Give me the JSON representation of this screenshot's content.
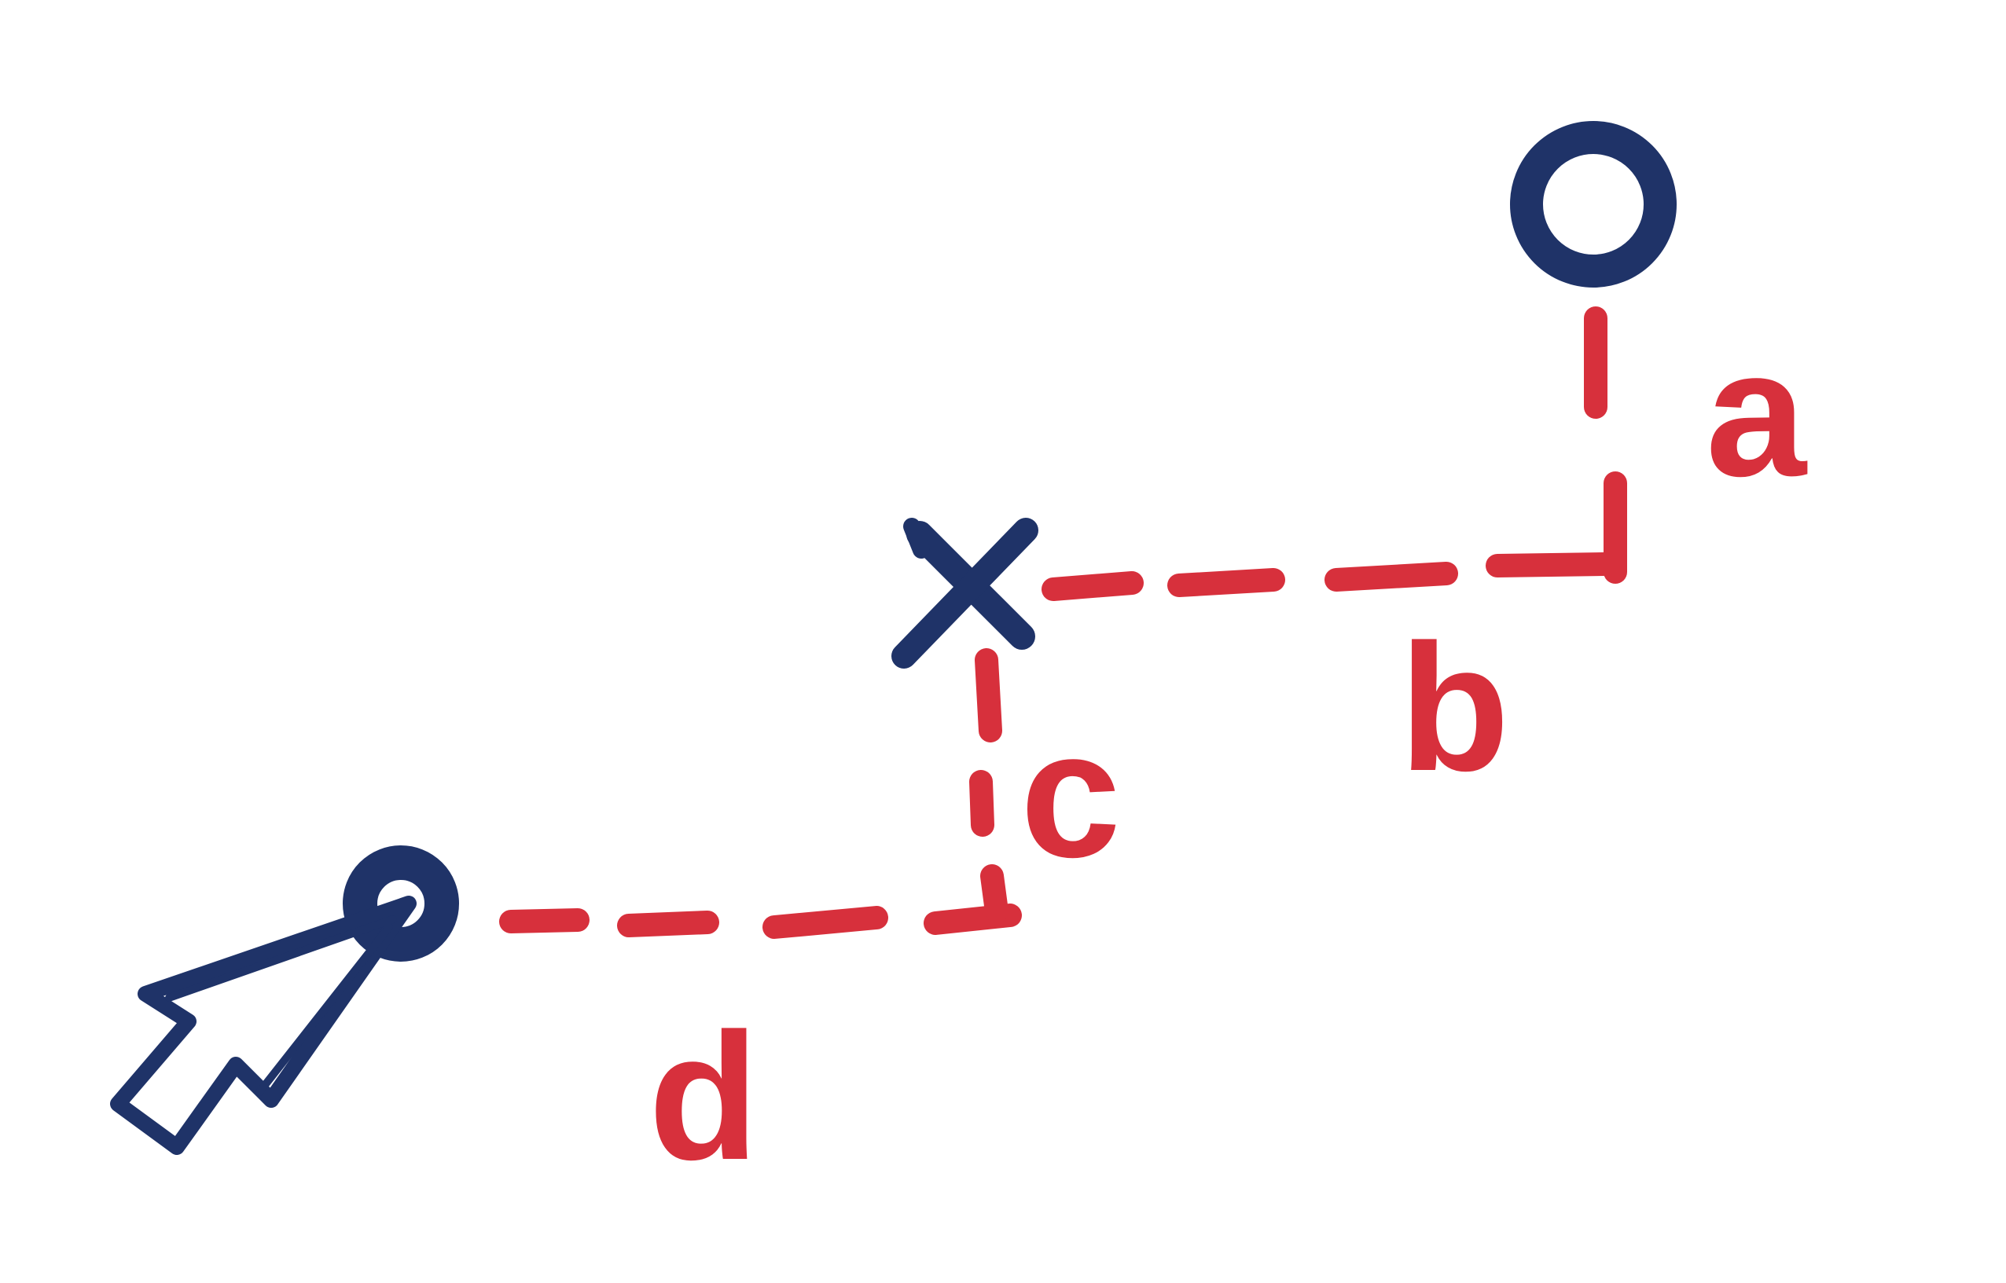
{
  "colors": {
    "path": "#d7303c",
    "marker": "#1f3368",
    "background": "#ffffff"
  },
  "labels": {
    "a": "a",
    "b": "b",
    "c": "c",
    "d": "d"
  },
  "icons": {
    "start": "cursor-arrow-icon",
    "waypoint": "x-mark-icon",
    "target": "circle-target-icon"
  }
}
